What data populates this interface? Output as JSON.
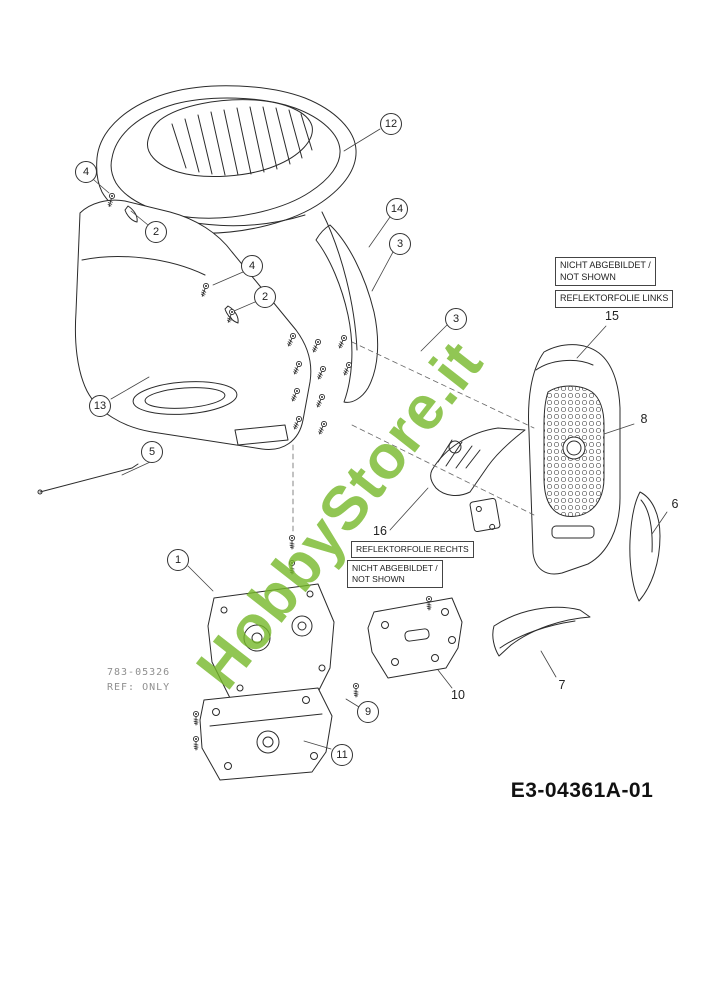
{
  "document": {
    "drawing_number": "E3-04361A-01",
    "watermark": "HobbyStore.it",
    "ref_note": {
      "part": "783-05326",
      "note": "REF: ONLY"
    }
  },
  "labels": {
    "not_shown_left_1": "NICHT ABGEBILDET /",
    "not_shown_left_2": "NOT SHOWN",
    "reflector_left": "REFLEKTORFOLIE LINKS",
    "reflector_right": "REFLEKTORFOLIE RECHTS",
    "not_shown_right_1": "NICHT ABGEBILDET /",
    "not_shown_right_2": "NOT SHOWN"
  },
  "callouts": [
    {
      "id": "12",
      "label": "12"
    },
    {
      "id": "4a",
      "label": "4"
    },
    {
      "id": "2a",
      "label": "2"
    },
    {
      "id": "14",
      "label": "14"
    },
    {
      "id": "3a",
      "label": "3"
    },
    {
      "id": "4b",
      "label": "4"
    },
    {
      "id": "2b",
      "label": "2"
    },
    {
      "id": "3b",
      "label": "3"
    },
    {
      "id": "13",
      "label": "13"
    },
    {
      "id": "5",
      "label": "5"
    },
    {
      "id": "15",
      "label": "15"
    },
    {
      "id": "8",
      "label": "8"
    },
    {
      "id": "6",
      "label": "6"
    },
    {
      "id": "1",
      "label": "1"
    },
    {
      "id": "16",
      "label": "16"
    },
    {
      "id": "7",
      "label": "7"
    },
    {
      "id": "10",
      "label": "10"
    },
    {
      "id": "9",
      "label": "9"
    },
    {
      "id": "11",
      "label": "11"
    }
  ],
  "colors": {
    "line": "#2b2b2b",
    "watermark_green": "#76b82a",
    "ref_gray": "#8f8f8f"
  }
}
